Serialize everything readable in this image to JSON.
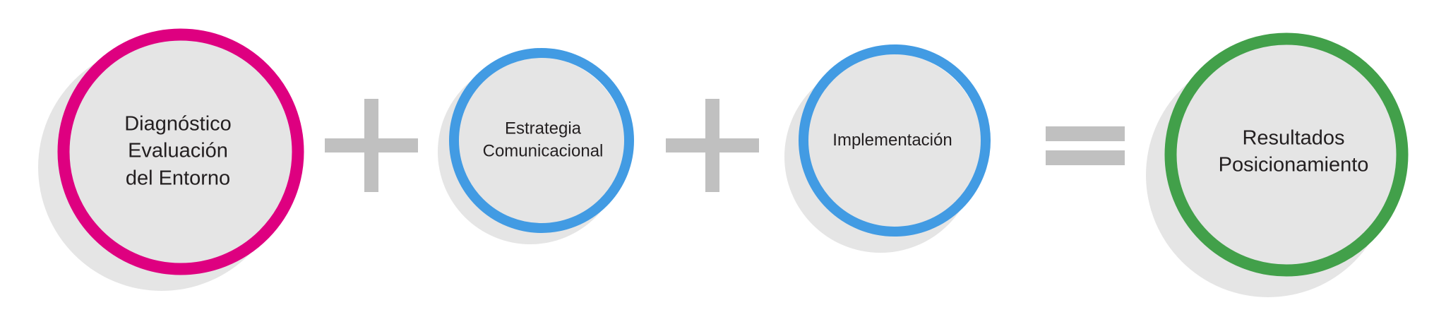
{
  "colors": {
    "magenta": "#DE0080",
    "blue": "#429BE3",
    "green": "#42A04A",
    "operator": "#C0C0C0",
    "fill": "#E5E5E5"
  },
  "steps": [
    {
      "lines": [
        "Diagnóstico",
        "Evaluación",
        "del Entorno"
      ]
    },
    {
      "lines": [
        "Estrategia",
        "Comunicacional"
      ]
    },
    {
      "lines": [
        "Implementación"
      ]
    },
    {
      "lines": [
        "Resultados",
        "Posicionamiento"
      ]
    }
  ],
  "operators": [
    "plus",
    "plus",
    "equals"
  ]
}
